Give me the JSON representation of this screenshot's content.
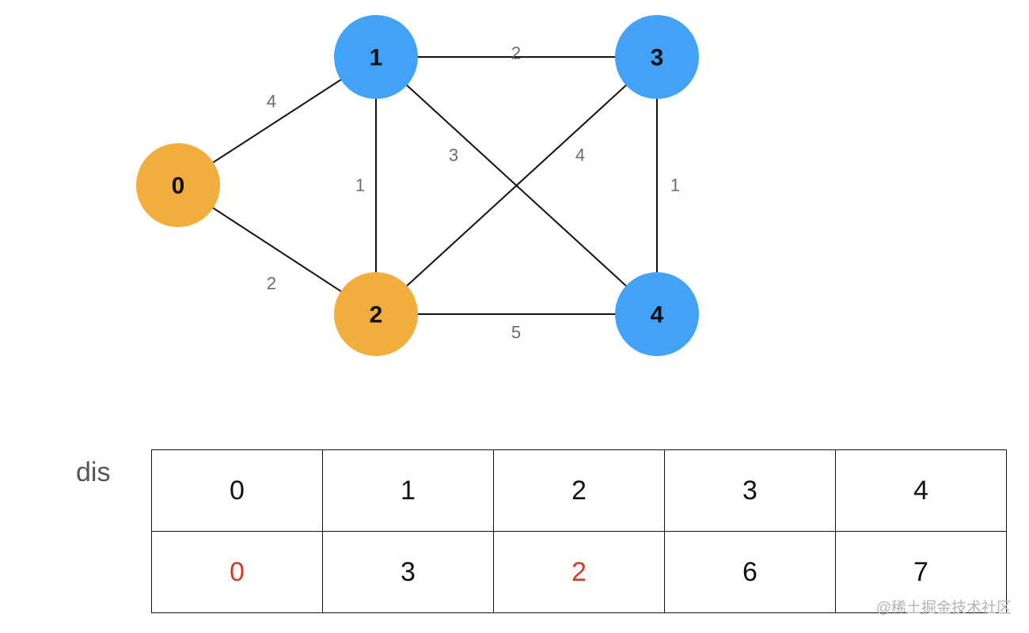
{
  "graph": {
    "colors": {
      "visited": "#f2ae3d",
      "unvisited": "#42a2f8",
      "edge": "#111111",
      "weight_text": "#6b6b6b"
    },
    "nodes": [
      {
        "id": "0",
        "label": "0",
        "state": "visited"
      },
      {
        "id": "1",
        "label": "1",
        "state": "unvisited"
      },
      {
        "id": "2",
        "label": "2",
        "state": "visited"
      },
      {
        "id": "3",
        "label": "3",
        "state": "unvisited"
      },
      {
        "id": "4",
        "label": "4",
        "state": "unvisited"
      }
    ],
    "edges": [
      {
        "from": "0",
        "to": "1",
        "weight": "4"
      },
      {
        "from": "0",
        "to": "2",
        "weight": "2"
      },
      {
        "from": "1",
        "to": "3",
        "weight": "2"
      },
      {
        "from": "1",
        "to": "2",
        "weight": "1"
      },
      {
        "from": "1",
        "to": "4",
        "weight": "3"
      },
      {
        "from": "3",
        "to": "2",
        "weight": "4"
      },
      {
        "from": "3",
        "to": "4",
        "weight": "1"
      },
      {
        "from": "2",
        "to": "4",
        "weight": "5"
      }
    ]
  },
  "dis_table": {
    "title": "dis",
    "highlight_color": "#d63a23",
    "header": [
      "0",
      "1",
      "2",
      "3",
      "4"
    ],
    "values": [
      {
        "value": "0",
        "highlight": true
      },
      {
        "value": "3",
        "highlight": false
      },
      {
        "value": "2",
        "highlight": true
      },
      {
        "value": "6",
        "highlight": false
      },
      {
        "value": "7",
        "highlight": false
      }
    ]
  },
  "watermark": "@稀土掘金技术社区"
}
